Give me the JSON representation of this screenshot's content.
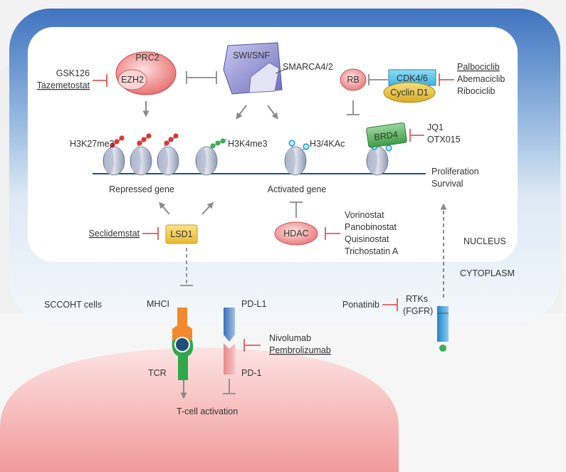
{
  "complexes": {
    "prc2": "PRC2",
    "ezh2": "EZH2",
    "swisnf": "SWI/SNF",
    "smarca": "SMARCA4/2",
    "rb": "RB",
    "cdk": "CDK4/6",
    "cyclin": "Cyclin D1",
    "brd4": "BRD4",
    "lsd1": "LSD1",
    "hdac": "HDAC"
  },
  "marks": {
    "h3k27": "H3K27me3",
    "h3k4": "H3K4me3",
    "h3ac": "H3/4KAc"
  },
  "genes": {
    "repressed": "Repressed gene",
    "activated": "Activated gene",
    "proliferation": "Proliferation",
    "survival": "Survival"
  },
  "drugs": {
    "ezh2": [
      "GSK126",
      "Tazemetostat"
    ],
    "cdk": [
      "Palbociclib",
      "Abemaciclib",
      "Ribociclib"
    ],
    "brd4": [
      "JQ1",
      "OTX015"
    ],
    "lsd1": [
      "Seclidemstat"
    ],
    "hdac": [
      "Vorinostat",
      "Panobinostat",
      "Quisinostat",
      "Trichostatin A"
    ],
    "pd1": [
      "Nivolumab",
      "Pembrolizumab"
    ],
    "rtk": [
      "Ponatinib"
    ]
  },
  "compartments": {
    "nucleus": "NUCLEUS",
    "cytoplasm": "CYTOPLASM",
    "cells": "SCCOHT cells"
  },
  "membrane": {
    "mhc": "MHCI",
    "pdl1": "PD-L1",
    "rtk1": "RTKs",
    "rtk2": "(FGFR)",
    "tcr": "TCR",
    "pd1": "PD-1",
    "tcell": "T-cell activation"
  },
  "colors": {
    "inhibitor": "#e05a5a",
    "arrow": "#8a8a8a",
    "membrane_blue": "#4f83c6",
    "nucleus_bg": "#ffffff",
    "tcell_pink": "#f3a8a8"
  }
}
